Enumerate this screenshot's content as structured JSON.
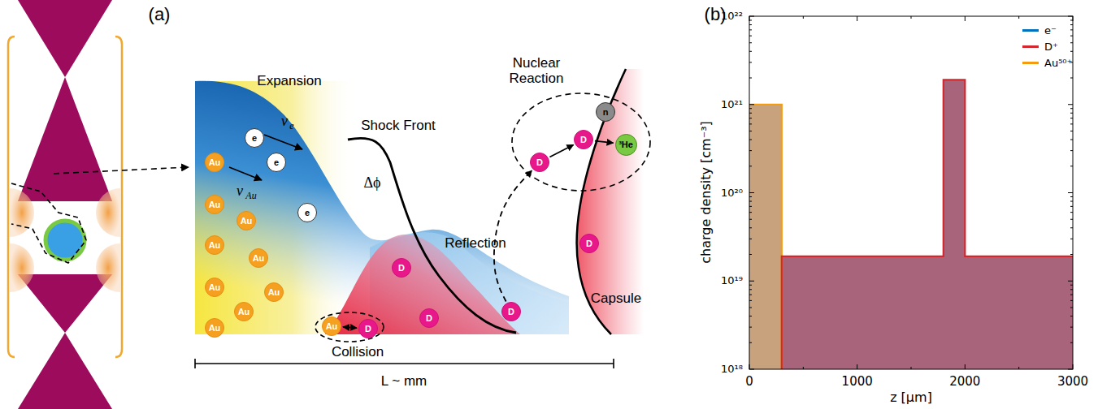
{
  "diagram": {
    "nodes": [
      {
        "text": [
          "Au"
        ]
      },
      {
        "text": [
          "Au"
        ]
      },
      {
        "text": [
          "Au"
        ]
      },
      {
        "text": [
          "Au"
        ]
      },
      {
        "text": [
          "Au"
        ]
      },
      {
        "text": [
          "Au"
        ]
      },
      {
        "text": [
          "Au"
        ]
      },
      {
        "text": [
          "Au"
        ]
      },
      {
        "text": [
          "Au"
        ]
      },
      {
        "text": [
          "Au"
        ]
      },
      {
        "text": [
          "e"
        ]
      },
      {
        "text": [
          "e"
        ]
      },
      {
        "text": [
          "e"
        ]
      },
      {
        "text": [
          "D"
        ]
      },
      {
        "text": [
          "D"
        ]
      },
      {
        "text": [
          "D"
        ]
      },
      {
        "text": [
          "D"
        ]
      },
      {
        "text": [
          "D"
        ]
      },
      {
        "text": [
          "D"
        ]
      },
      {
        "text": [
          "D"
        ]
      },
      {
        "text": [
          "n"
        ]
      },
      {
        "text": [
          "³He"
        ]
      }
    ],
    "edges": [
      {
        "from": 9,
        "to": 14,
        "arrow": "both"
      },
      {
        "from": 16,
        "to": 17,
        "arrow": "to"
      },
      {
        "from": 17,
        "to": 18,
        "arrow": "to"
      },
      {
        "from": 18,
        "to": 21,
        "arrow": "to"
      }
    ],
    "labels": [
      "(a)",
      "Expansion",
      "v",
      "e",
      "v",
      "Au",
      "Shock Front",
      "Δϕ",
      "Nuclear Reaction",
      "Reflection",
      "Capsule",
      "Collision",
      "L ~ mm",
      "(b)",
      "10²²",
      "10²¹",
      "10²⁰",
      "10¹⁹",
      "10¹⁸",
      "0",
      "1000",
      "2000",
      "3000",
      "z [μm]",
      "charge density [cm⁻³]"
    ],
    "legend": [
      {
        "text": "e⁻",
        "color": "#0072bd"
      },
      {
        "text": "D⁺",
        "color": "#d0282e"
      },
      {
        "text": "Au⁵⁰⁺",
        "color": "#f39c12"
      }
    ]
  }
}
